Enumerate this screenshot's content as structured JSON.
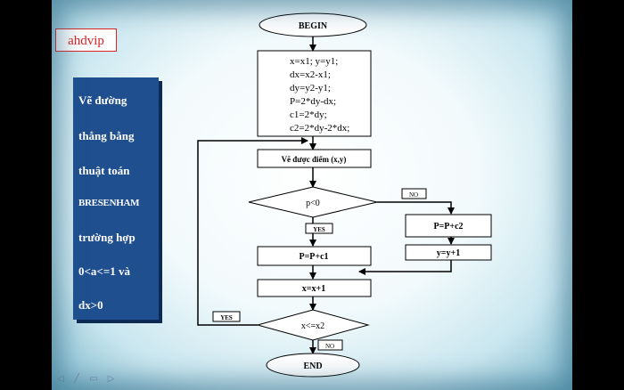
{
  "logo": "ahdvip",
  "title_lines": [
    "Vẽ đường",
    "thẳng bằng",
    "thuật toán",
    "BRESENHAM",
    "trường hợp",
    "0<a<=1 và",
    "dx>0"
  ],
  "flowchart": {
    "begin": "BEGIN",
    "init_lines": [
      "x=x1; y=y1;",
      "dx=x2-x1;",
      "dy=y2-y1;",
      "P=2*dy-dx;",
      "c1=2*dy;",
      "c2=2*dy-2*dx;"
    ],
    "plot": "Vẽ được điểm (x,y)",
    "cond1": "p<0",
    "no1": "NO",
    "yes1": "YES",
    "p_plus_c2": "P=P+c2",
    "y_inc": "y=y+1",
    "p_plus_c1": "P=P+c1",
    "x_inc": "x=x+1",
    "cond2": "x<=x2",
    "yes2": "YES",
    "no2": "NO",
    "end": "END"
  },
  "nav_icons": [
    "prev-icon",
    "pen-icon",
    "menu-icon",
    "next-icon"
  ],
  "nav_glyphs": "◁ ╱ ▭ ▷"
}
